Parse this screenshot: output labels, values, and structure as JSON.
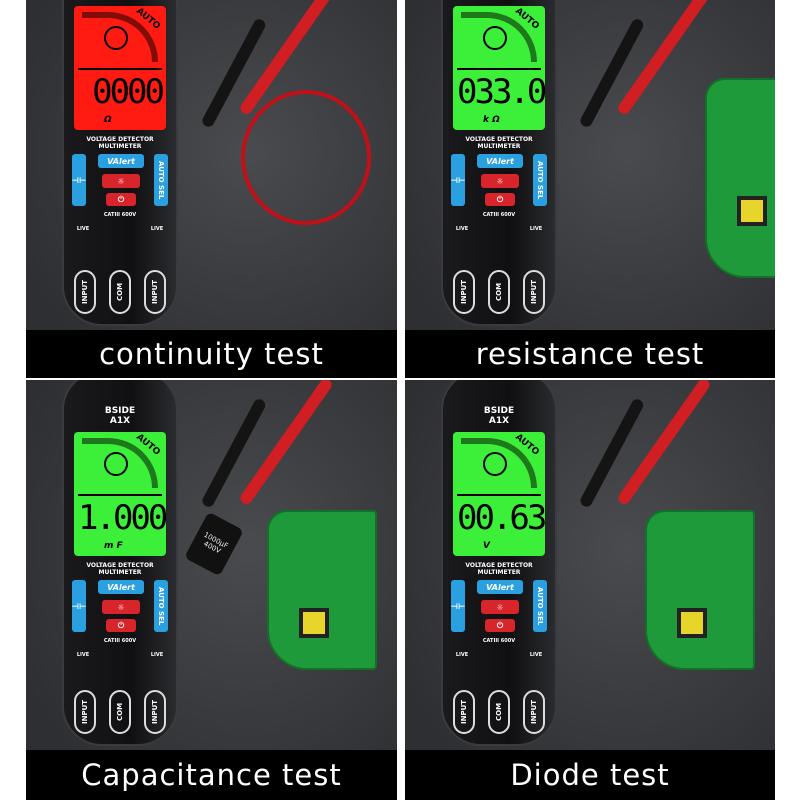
{
  "panels": [
    {
      "caption": "continuity test",
      "lcd_color": "#ff1a12",
      "reading": "0000",
      "unit": "Ω",
      "show_brand": false
    },
    {
      "caption": "resistance test",
      "lcd_color": "#3cf03a",
      "reading": "033.0",
      "unit": "k Ω",
      "show_brand": false
    },
    {
      "caption": "Capacitance test",
      "lcd_color": "#3cf03a",
      "reading": "1.000",
      "unit": "m F",
      "show_brand": true
    },
    {
      "caption": "Diode test",
      "lcd_color": "#3cf03a",
      "reading": "00.63",
      "unit": "V",
      "show_brand": true
    }
  ],
  "meter": {
    "brand": "BSIDE",
    "model": "A1X",
    "auto_label": "AUTO",
    "label": "VOLTAGE DETECTOR MULTIMETER",
    "v_alert": "VAlert",
    "auto_sel": "AUTO SEL",
    "cat": "CATIII 600V",
    "live": "LIVE",
    "jacks": [
      "INPUT",
      "COM",
      "INPUT"
    ]
  },
  "capacitor_label": "1000μF 400V"
}
